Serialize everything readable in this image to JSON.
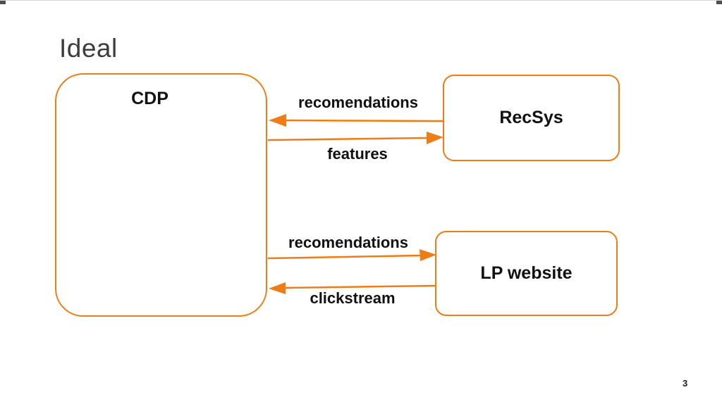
{
  "title": "Ideal",
  "page": {
    "number": "3"
  },
  "diagram": {
    "accent_color": "#ee7d17",
    "text_color": "#111111",
    "nodes": [
      {
        "id": "cdp",
        "label": "CDP"
      },
      {
        "id": "recsys",
        "label": "RecSys"
      },
      {
        "id": "lp",
        "label": "LP website"
      }
    ],
    "edges": [
      {
        "label": "recomendations",
        "from": "RecSys",
        "to": "CDP"
      },
      {
        "label": "features",
        "from": "CDP",
        "to": "RecSys"
      },
      {
        "label": "recomendations",
        "from": "CDP",
        "to": "LP website"
      },
      {
        "label": "clickstream",
        "from": "LP website",
        "to": "CDP"
      }
    ]
  }
}
